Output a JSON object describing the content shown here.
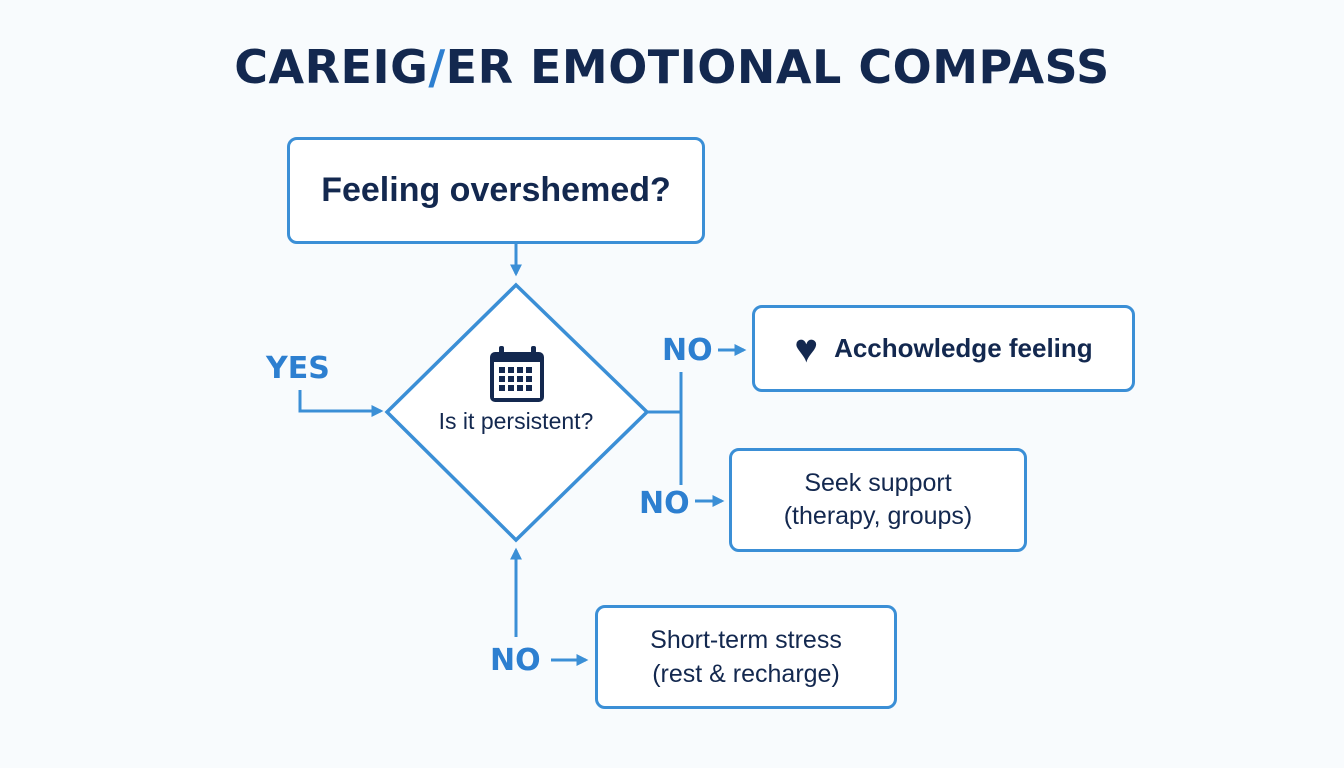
{
  "title": {
    "part1": "CAREIG",
    "accent": "/",
    "part2": "ER EMOTIONAL COMPASS"
  },
  "nodes": {
    "start": "Feeling overshemed?",
    "decision": "Is it persistent?",
    "acknowledge": "Acchowledge feeling",
    "seek_support_line1": "Seek support",
    "seek_support_line2": "(therapy, groups)",
    "short_term_line1": "Short-term stress",
    "short_term_line2": "(rest & recharge)"
  },
  "labels": {
    "yes": "YES",
    "no_top": "NO",
    "no_middle": "NO",
    "no_bottom": "NO"
  },
  "icons": {
    "decision_icon": "calendar-icon",
    "acknowledge_icon": "heart-icon",
    "heart_glyph": "♥"
  },
  "colors": {
    "line": "#3b8fd6",
    "text_dark": "#13284f",
    "label_blue": "#2d7fd0",
    "background": "#f8fbfd"
  }
}
